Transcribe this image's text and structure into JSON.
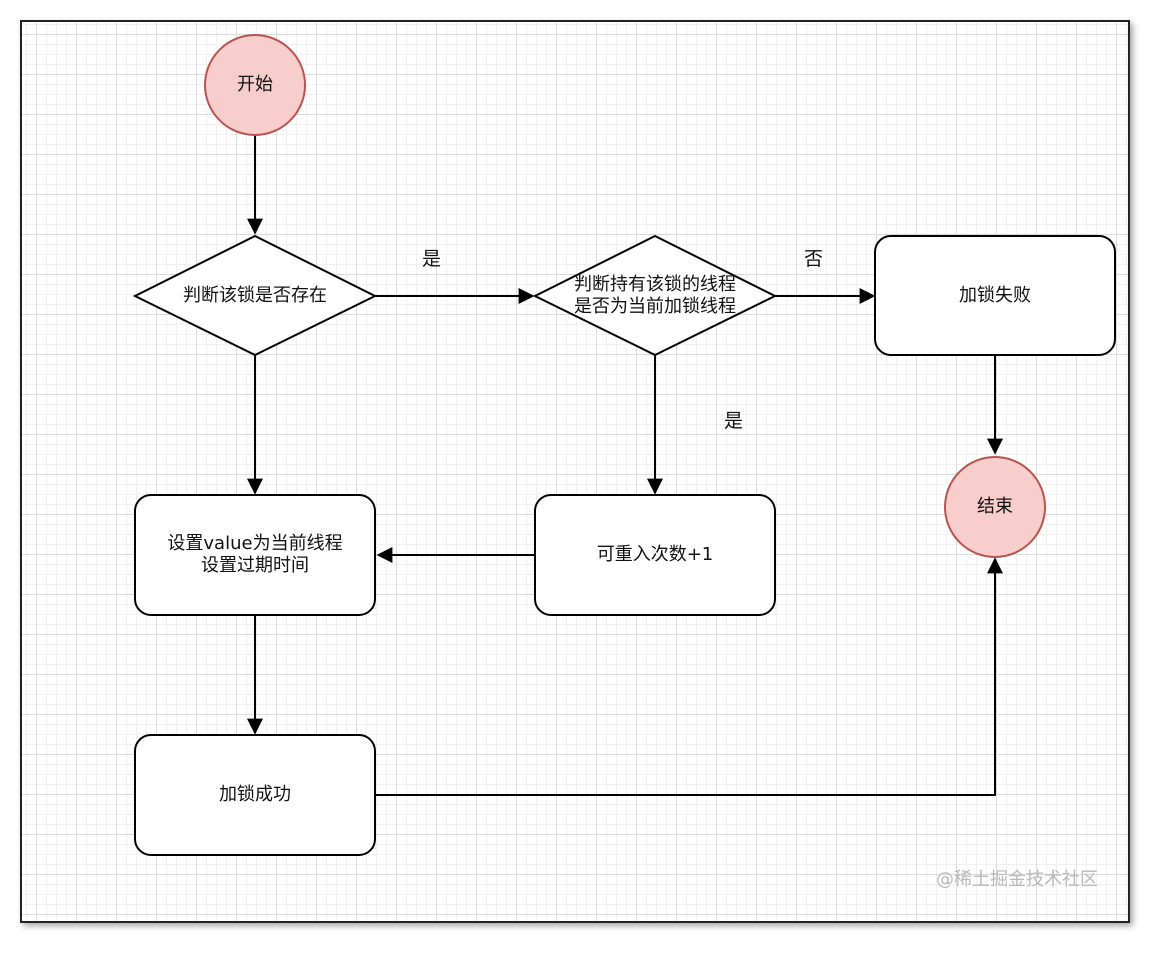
{
  "nodes": {
    "start": "开始",
    "check_lock_exists": "判断该锁是否存在",
    "check_owner": "判断持有该锁的线程\n是否为当前加锁线程",
    "lock_failed": "加锁失败",
    "end": "结束",
    "set_value": "设置value为当前线程\n设置过期时间",
    "reentrant_increment": "可重入次数+1",
    "lock_success": "加锁成功"
  },
  "edge_labels": {
    "exists_yes": "是",
    "owner_no": "否",
    "owner_yes": "是"
  },
  "watermark": "@稀土掘金技术社区",
  "colors": {
    "terminal_fill": "#f8cecc",
    "terminal_stroke": "#b85450",
    "shape_fill": "#ffffff",
    "stroke": "#000000",
    "grid": "#dcdcdc"
  }
}
